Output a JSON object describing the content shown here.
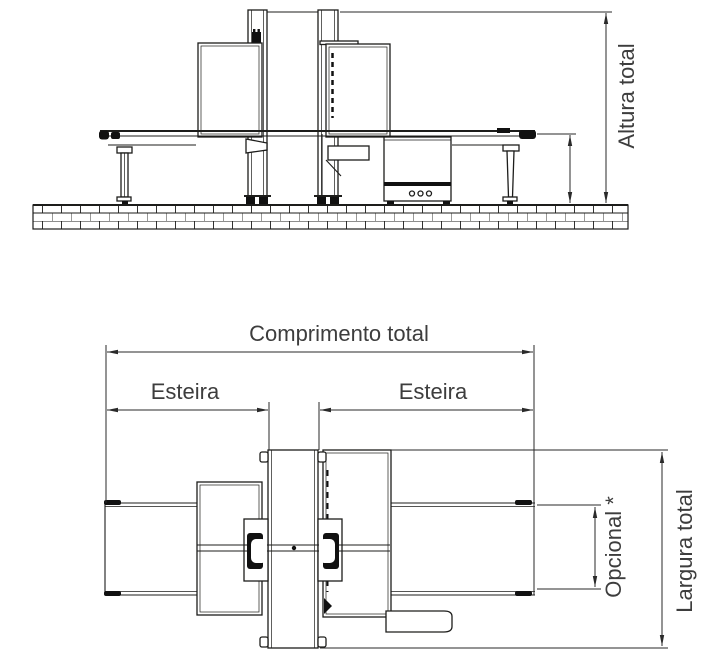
{
  "diagram": {
    "kind": "technical-dimension-drawing",
    "views": [
      {
        "id": "side-view",
        "dimension_labels": [
          "Altura total"
        ]
      },
      {
        "id": "plan-view",
        "dimension_labels": [
          "Comprimento total",
          "Esteira",
          "Esteira",
          "Opcional *",
          "Largura total"
        ]
      }
    ]
  },
  "labels": {
    "altura_total": "Altura total",
    "comprimento_total": "Comprimento total",
    "esteira_left": "Esteira",
    "esteira_right": "Esteira",
    "opcional": "Opcional *",
    "largura_total": "Largura total"
  },
  "colors": {
    "background": "#ffffff",
    "line_color": "#1d1d1b",
    "dimension_line_color": "#2a2a2a",
    "label_color": "#3d3d3d"
  }
}
